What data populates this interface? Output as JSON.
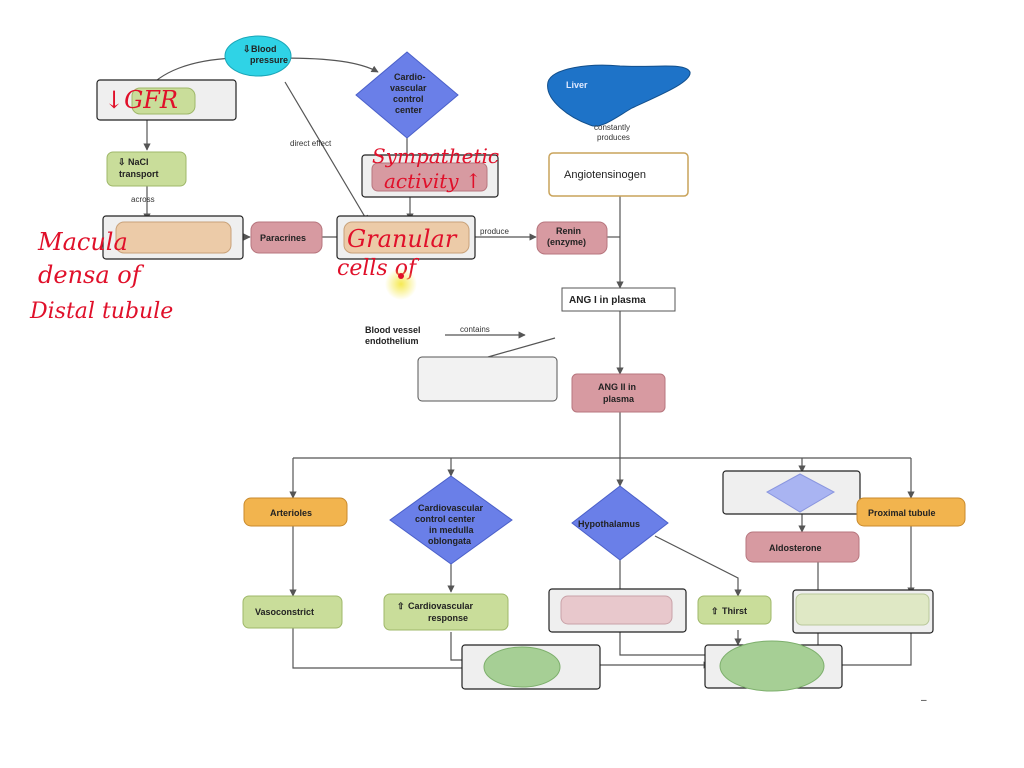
{
  "nodes": {
    "blood_pressure": "Blood pressure",
    "blood_pressure_arrow": "⇩",
    "cv_control_center": [
      "Cardio-",
      "vascular",
      "control",
      "center"
    ],
    "liver": "Liver",
    "constantly_produces": [
      "constantly",
      "produces"
    ],
    "angiotensinogen": "Angiotensinogen",
    "nacl_transport": [
      "NaCl",
      "transport"
    ],
    "nacl_arrow": "⇩",
    "direct_effect": "direct effect",
    "across": "across",
    "paracrines": "Paracrines",
    "produce": "produce",
    "renin": [
      "Renin",
      "(enzyme)"
    ],
    "ang1": "ANG I in plasma",
    "blood_vessel": [
      "Blood vessel",
      "endothelium"
    ],
    "contains": "contains",
    "ang2": [
      "ANG II in",
      "plasma"
    ],
    "arterioles": "Arterioles",
    "cv_medulla": [
      "Cardiovascular",
      "control center",
      "in medulla",
      "oblongata"
    ],
    "hypothalamus": "Hypothalamus",
    "proximal_tubule": "Proximal tubule",
    "aldosterone": "Aldosterone",
    "vasoconstrict": "Vasoconstrict",
    "cv_response": [
      "Cardiovascular",
      "response"
    ],
    "cv_response_arrow": "⇧",
    "thirst": "Thirst",
    "thirst_arrow": "⇧",
    "dash": "–"
  },
  "annotations": {
    "gfr": "↓GFR",
    "sympathetic": [
      "Sympathetic",
      "activity ↑"
    ],
    "macula": [
      "Macula",
      "densa of",
      "Distal tubule"
    ],
    "granular": [
      "Granular",
      "cells of"
    ]
  },
  "colors": {
    "blue_node": "#6a7fe8",
    "cyan_node": "#2fd3e6",
    "green_node": "#c9dd9a",
    "pink_node": "#d79aa1",
    "orange_node": "#f2b44e",
    "annotation_red": "#e0102a",
    "highlight": "#f5e84a"
  }
}
